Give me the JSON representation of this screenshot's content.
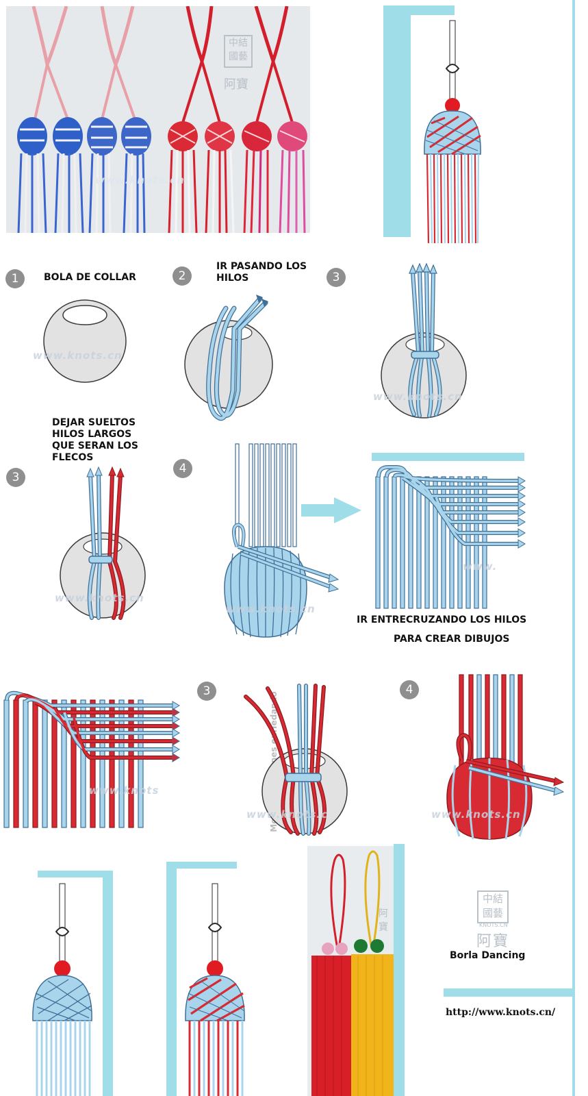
{
  "captions": {
    "bola": "BOLA DE COLLAR",
    "pasando": "IR PASANDO LOS HILOS",
    "dejar": "DEJAR SUELTOS HILOS LARGOS QUE SERAN LOS FLECOS",
    "entrecruzando": "IR ENTRECRUZANDO LOS HILOS",
    "dibujos": "PARA CREAR DIBUJOS",
    "borla": "Borla Dancing",
    "url": "http://www.knots.cn/",
    "montaje": "Montaje imágenes enHedando"
  },
  "steps": [
    "1",
    "2",
    "3",
    "3",
    "4",
    "3",
    "4"
  ],
  "watermarks": {
    "full": "www.knots.cn",
    "partial1": "www.knots.",
    "partial2": "www.knots.c",
    "partial3": "www.knots",
    "partial4": "www.",
    "seal_label": "KNOTS.CN",
    "seal_chars": "中結國藝",
    "seal_name": "阿寶"
  },
  "colors": {
    "accent_bar": "#9fdde9",
    "cord_blue": "#a8d4ec",
    "cord_red": "#d82a33",
    "outline": "#3f6f97",
    "ball": "#e2e2e2",
    "badge": "#8f8f8f",
    "photo_bg": "#e9ecef"
  }
}
